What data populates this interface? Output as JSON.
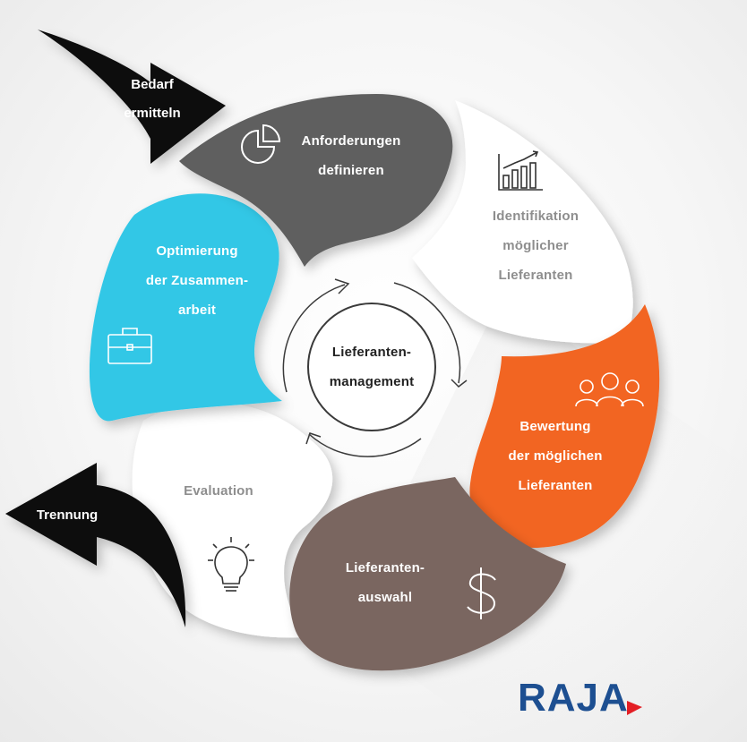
{
  "colors": {
    "dark_gray": "#5e5e5e",
    "cyan": "#33c7e6",
    "orange": "#f26522",
    "brown": "#7a6660",
    "white": "#ffffff",
    "black": "#111111",
    "logo_blue": "#1d4f91",
    "logo_red": "#e31e24"
  },
  "arrows": {
    "entry": {
      "lines": [
        "Bedarf",
        "ermitteln"
      ]
    },
    "exit": {
      "lines": [
        "Trennung"
      ]
    }
  },
  "center": {
    "lines": [
      "Lieferanten-",
      "management"
    ]
  },
  "segments": [
    {
      "id": "anforderungen",
      "lines": [
        "Anforderungen",
        "definieren"
      ],
      "icon": "pie-chart-icon"
    },
    {
      "id": "identifikation",
      "lines": [
        "Identifikation",
        "möglicher",
        "Lieferanten"
      ],
      "icon": "bar-chart-icon"
    },
    {
      "id": "bewertung",
      "lines": [
        "Bewertung",
        "der möglichen",
        "Lieferanten"
      ],
      "icon": "people-icon"
    },
    {
      "id": "auswahl",
      "lines": [
        "Lieferanten-",
        "auswahl"
      ],
      "icon": "dollar-icon"
    },
    {
      "id": "evaluation",
      "lines": [
        "Evaluation"
      ],
      "icon": "lightbulb-icon"
    },
    {
      "id": "optimierung",
      "lines": [
        "Optimierung",
        "der Zusammen-",
        "arbeit"
      ],
      "icon": "briefcase-icon"
    }
  ],
  "logo": {
    "text": "RAJA"
  }
}
